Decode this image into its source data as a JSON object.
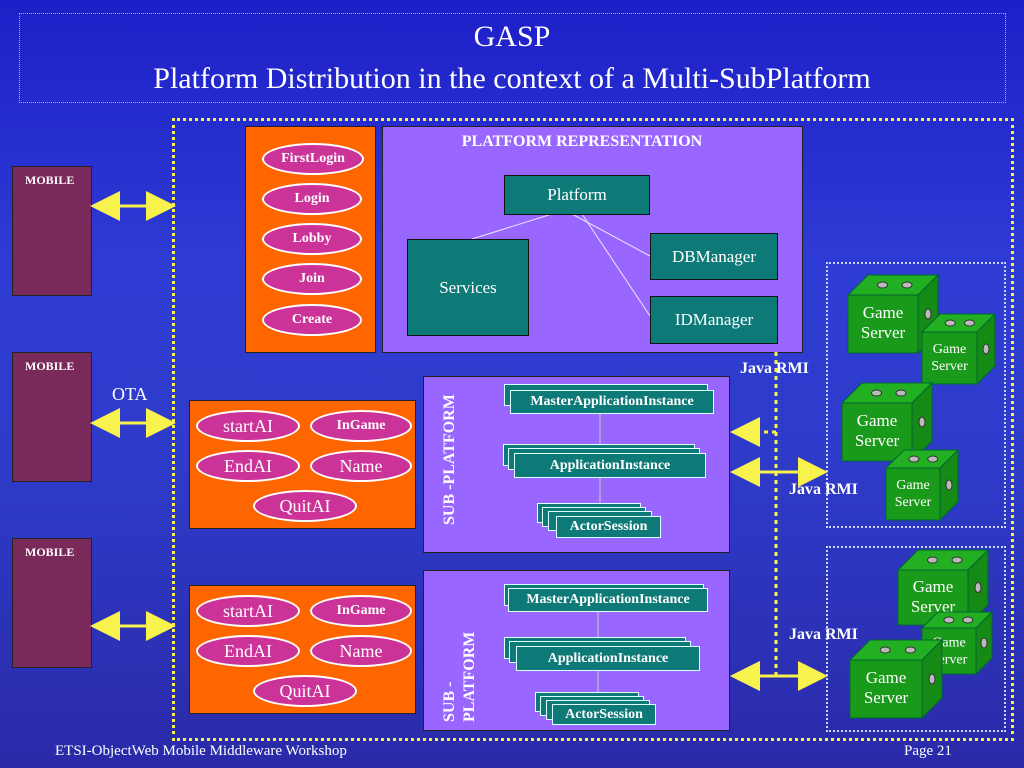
{
  "title": {
    "line1": "GASP",
    "line2": "Platform Distribution in the context of a Multi-SubPlatform"
  },
  "mobiles": [
    "MOBILE",
    "MOBILE",
    "MOBILE"
  ],
  "ota_label": "OTA",
  "login_ellipses": [
    "FirstLogin",
    "Login",
    "Lobby",
    "Join",
    "Create"
  ],
  "platform_rep": {
    "title": "PLATFORM  REPRESENTATION",
    "platform": "Platform",
    "services": "Services",
    "dbmanager": "DBManager",
    "idmanager": "IDManager"
  },
  "ai_groups": [
    {
      "startAI": "startAI",
      "InGame": "InGame",
      "EndAI": "EndAI",
      "Name": "Name",
      "QuitAI": "QuitAI"
    },
    {
      "startAI": "startAI",
      "InGame": "InGame",
      "EndAI": "EndAI",
      "Name": "Name",
      "QuitAI": "QuitAI"
    }
  ],
  "subplatforms": [
    {
      "label": "SUB -PLATFORM",
      "master": "MasterApplicationInstance",
      "app": "ApplicationInstance",
      "actor": "ActorSession"
    },
    {
      "label": "SUB -\nPLATFORM",
      "master": "MasterApplicationInstance",
      "app": "ApplicationInstance",
      "actor": "ActorSession"
    }
  ],
  "rmi_labels": [
    "Java RMI",
    "Java RMI",
    "Java RMI"
  ],
  "game_server": {
    "line1": "Game",
    "line2": "Server"
  },
  "colors": {
    "background": "#2a32c8",
    "orange": "#ff6600",
    "purple": "#9966ff",
    "teal": "#0e7a78",
    "magenta": "#cc3399",
    "mobile": "#7a2a5a",
    "server_green": "#1a9a1a",
    "arrow_yellow": "#f7f24c"
  },
  "footer": {
    "left": "ETSI-ObjectWeb Mobile Middleware Workshop",
    "right": "Page 21"
  }
}
